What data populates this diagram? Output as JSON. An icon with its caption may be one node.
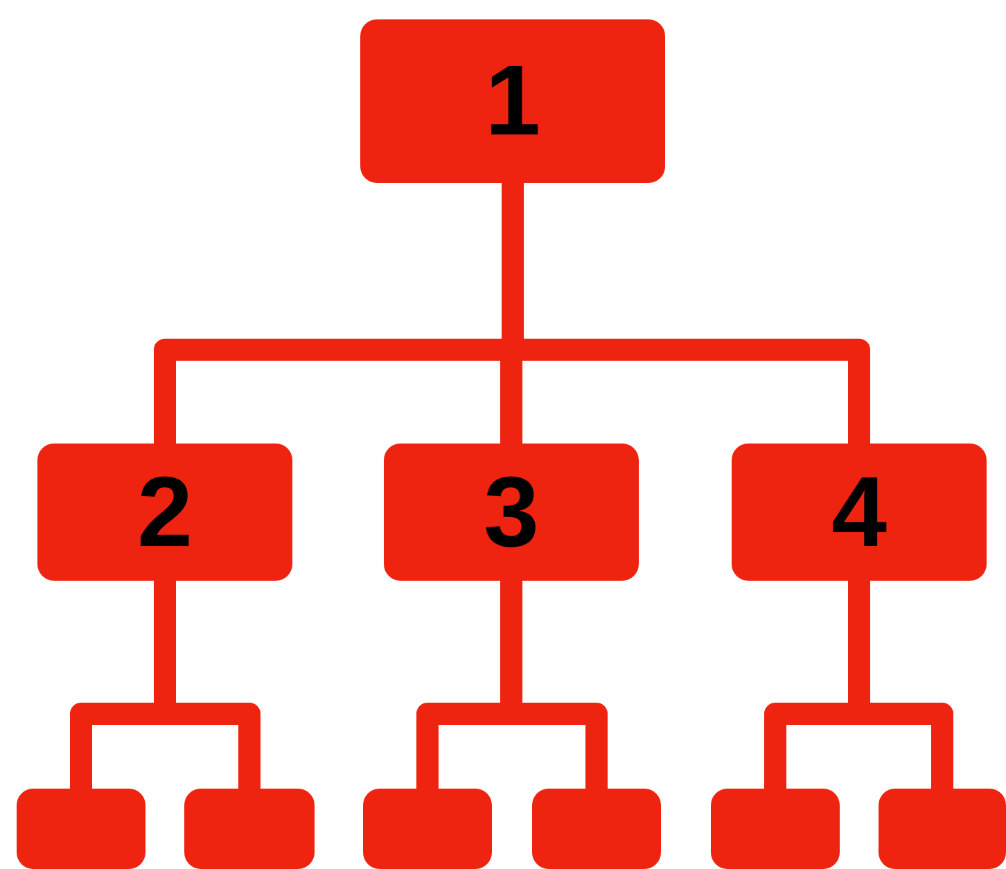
{
  "diagram": {
    "nodes": [
      {
        "text": [
          "1"
        ]
      },
      {
        "text": [
          "2"
        ]
      },
      {
        "text": [
          "3"
        ]
      },
      {
        "text": [
          "4"
        ]
      },
      {
        "text": [],
        "shape": "box"
      },
      {
        "text": [],
        "shape": "box"
      },
      {
        "text": [],
        "shape": "box"
      },
      {
        "text": [],
        "shape": "box"
      },
      {
        "text": [],
        "shape": "box"
      },
      {
        "text": [],
        "shape": "box"
      }
    ],
    "edges": [
      {
        "from": 0,
        "to": 1,
        "arrow": "none"
      },
      {
        "from": 0,
        "to": 2,
        "arrow": "none"
      },
      {
        "from": 0,
        "to": 3,
        "arrow": "none"
      },
      {
        "from": 1,
        "to": 4,
        "arrow": "none"
      },
      {
        "from": 1,
        "to": 5,
        "arrow": "none"
      },
      {
        "from": 2,
        "to": 6,
        "arrow": "none"
      },
      {
        "from": 2,
        "to": 7,
        "arrow": "none"
      },
      {
        "from": 3,
        "to": 8,
        "arrow": "none"
      },
      {
        "from": 3,
        "to": 9,
        "arrow": "none"
      }
    ]
  }
}
